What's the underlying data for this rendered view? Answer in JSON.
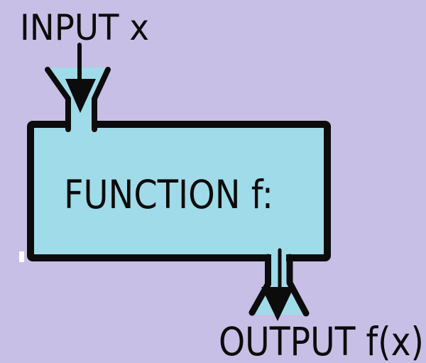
{
  "diagram": {
    "type": "function-machine",
    "labels": {
      "input": "INPUT x",
      "function": "FUNCTION f:",
      "output": "OUTPUT f(x)"
    },
    "colors": {
      "background": "#c7bfe5",
      "machine_fill": "#a0dbe9",
      "line": "#0c0c0c",
      "artifact_white": "#ffffff"
    },
    "icons": {
      "input_arrow": "down-arrow-icon",
      "input_funnel": "funnel-icon",
      "output_arrow": "down-arrow-icon",
      "output_funnel": "funnel-icon"
    }
  }
}
